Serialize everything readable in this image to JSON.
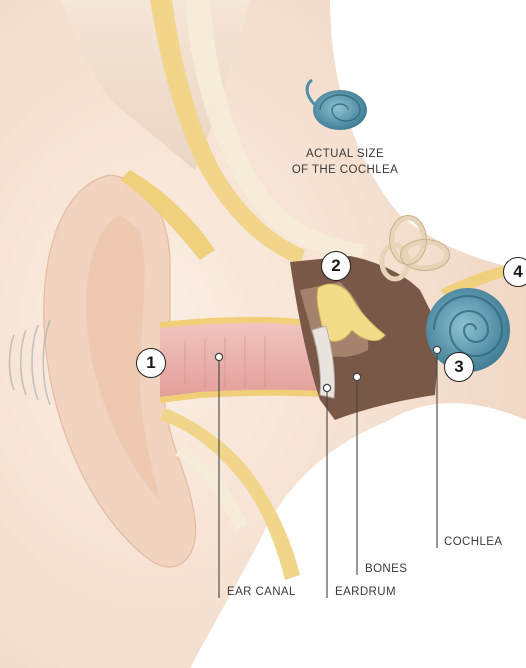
{
  "caption": {
    "line1": "ACTUAL SIZE",
    "line2": "OF THE COCHLEA"
  },
  "markers": [
    "1",
    "2",
    "3",
    "4"
  ],
  "labels": {
    "ear_canal": "EAR CANAL",
    "eardrum": "EARDRUM",
    "bones": "BONES",
    "cochlea": "COCHLEA"
  },
  "colors": {
    "skin": "#f3dccb",
    "skin_dark": "#e9c6ad",
    "bone": "#f2dc8a",
    "cochlea": "#4f8fa8",
    "cavity": "#7a5848",
    "canal": "#e8aeaa"
  }
}
